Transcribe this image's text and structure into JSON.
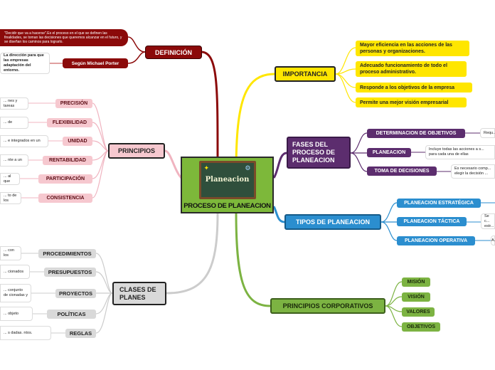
{
  "central": {
    "title": "PROCESO DE PLANEACION",
    "image_text": "Planeacion"
  },
  "definicion": {
    "label": "DEFINICIÓN",
    "note": "\"Decidir que va a hacerse\".Es el proceso en el que se definen las finalidades, se toman las decisiones que queremos alcanzar en el futuro, y se diseñan los caminos para lograrlo.",
    "porter_label": "Según Michael Porter",
    "porter_note": "La dirección para que las empresas adaptación del entorno."
  },
  "principios": {
    "label": "PRINCIPIOS",
    "items": [
      {
        "label": "PRECISIÓN",
        "note": "... nes y tareas"
      },
      {
        "label": "FLEXIBILIDAD",
        "note": "... de"
      },
      {
        "label": "UNIDAD",
        "note": "... e integrados en un"
      },
      {
        "label": "RENTABILIDAD",
        "note": "... nte a un"
      },
      {
        "label": "PARTICIPACIÓN",
        "note": "... al que"
      },
      {
        "label": "CONSISTENCIA",
        "note": "... to de los"
      }
    ]
  },
  "clases": {
    "label": "CLASES DE PLANES",
    "items": [
      {
        "label": "PROCEDIMIENTOS",
        "note": "... con los"
      },
      {
        "label": "PRESUPUESTOS",
        "note": "... cionados"
      },
      {
        "label": "PROYECTOS",
        "note": "... conjunto de cionadas y"
      },
      {
        "label": "POLÍTICAS",
        "note": "... objeto"
      },
      {
        "label": "REGLAS",
        "note": "... s dadas. ntos."
      }
    ]
  },
  "importancia": {
    "label": "IMPORTANCIA",
    "items": [
      "Mayor eficiencia en las acciones de las personas y organizaciones.",
      "Adecuado funcionamiento de todo el proceso administrativo.",
      "Responde a los objetivos de la empresa",
      "Permite una mejor visión empresarial"
    ]
  },
  "fases": {
    "label": "FASES DEL PROCESO DE PLANEACION",
    "items": [
      {
        "label": "DETERMINACION DE OBJETIVOS",
        "note": "Requ..."
      },
      {
        "label": "PLANEACION",
        "note": "Incluye todas las acciones a s... para cada una de ellas"
      },
      {
        "label": "TOMA DE DECISIONES",
        "note": "Es necesario comp... elegir la decisión ..."
      }
    ]
  },
  "tipos": {
    "label": "TIPOS DE PLANEACION",
    "items": [
      {
        "label": "PLANEACION ESTRATÉGICA",
        "note": ""
      },
      {
        "label": "PLANEACION TÁCTICA",
        "note": "Se c... estr..."
      },
      {
        "label": "PLANEACION OPERATIVA",
        "note": "A..."
      }
    ]
  },
  "corporativos": {
    "label": "PRINCIPIOS CORPORATIVOS",
    "items": [
      "MISIÓN",
      "VISIÓN",
      "VALORES",
      "OBJETIVOS"
    ]
  },
  "colors": {
    "definicion": "#8b0a0a",
    "principios": "#f6c8cf",
    "clases": "#d9d9d9",
    "importancia": "#ffe600",
    "fases": "#5c2d6e",
    "tipos": "#2b8ecf",
    "corporativos": "#7cb342"
  }
}
